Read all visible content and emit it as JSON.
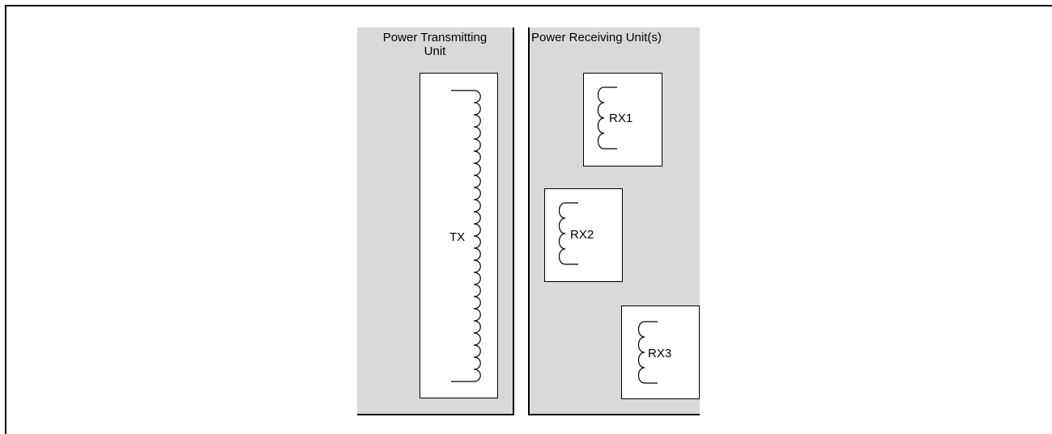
{
  "transmitter": {
    "panel_title": "Power Transmitting\nUnit",
    "coil_label": "TX"
  },
  "receiver": {
    "panel_title": "Power Receiving Unit(s)",
    "coils": [
      {
        "label": "RX1"
      },
      {
        "label": "RX2"
      },
      {
        "label": "RX3"
      }
    ]
  },
  "colors": {
    "panel_fill": "#d9d9d9",
    "box_fill": "#ffffff",
    "line": "#000000"
  },
  "icons": {
    "tx_coil": "coil-icon",
    "rx_coil": "coil-icon"
  }
}
